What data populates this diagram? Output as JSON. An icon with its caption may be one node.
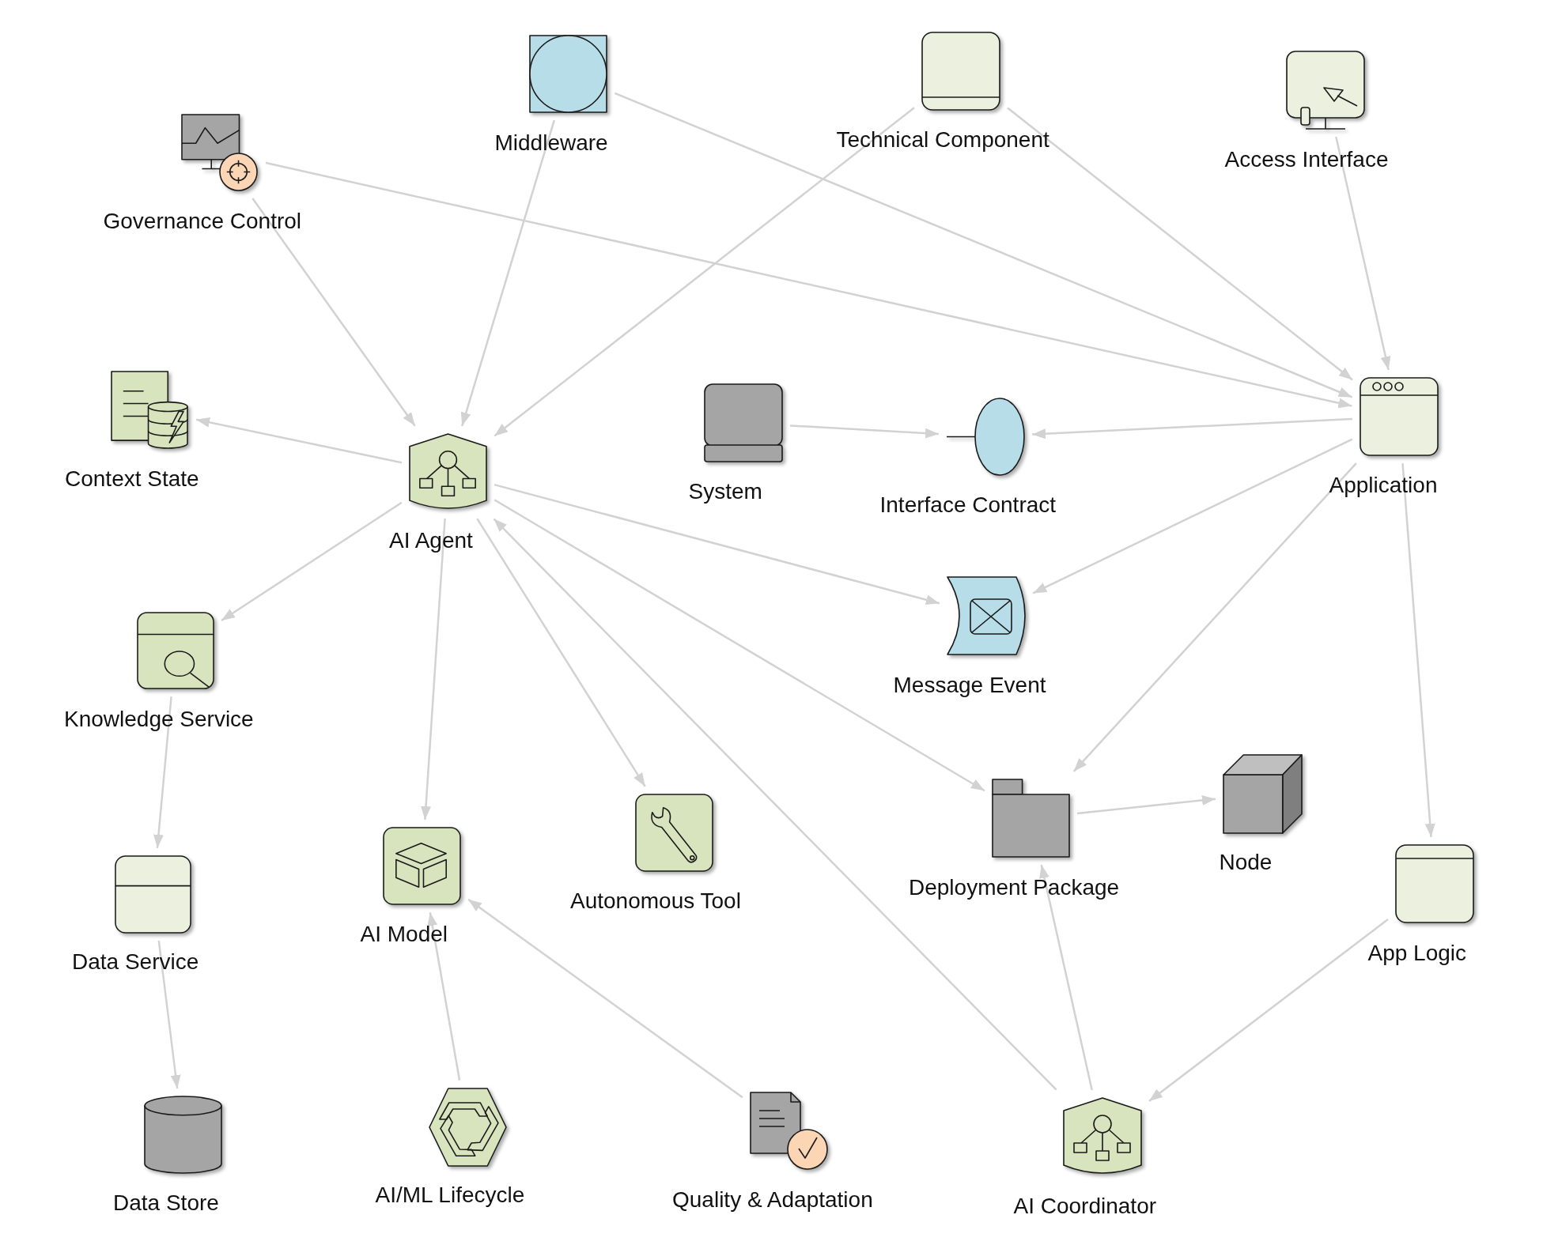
{
  "diagram": {
    "nodes": [
      {
        "text": [
          "Governance Control"
        ]
      },
      {
        "text": [
          "Middleware"
        ]
      },
      {
        "text": [
          "Technical Component"
        ]
      },
      {
        "text": [
          "Access Interface"
        ]
      },
      {
        "text": [
          "Context State"
        ]
      },
      {
        "text": [
          "AI Agent"
        ]
      },
      {
        "text": [
          "System"
        ]
      },
      {
        "text": [
          "Interface Contract"
        ]
      },
      {
        "text": [
          "Application"
        ]
      },
      {
        "text": [
          "Knowledge Service"
        ]
      },
      {
        "text": [
          "Message Event"
        ]
      },
      {
        "text": [
          "Deployment Package"
        ]
      },
      {
        "text": [
          "Node"
        ]
      },
      {
        "text": [
          "Data Service"
        ]
      },
      {
        "text": [
          "AI Model"
        ]
      },
      {
        "text": [
          "Autonomous Tool"
        ]
      },
      {
        "text": [
          "App Logic"
        ]
      },
      {
        "text": [
          "Data Store"
        ]
      },
      {
        "text": [
          "AI/ML Lifecycle"
        ]
      },
      {
        "text": [
          "Quality & Adaptation"
        ]
      },
      {
        "text": [
          "AI Coordinator"
        ]
      }
    ],
    "edges": [
      {
        "from": 0,
        "to": 5,
        "arrow": "to"
      },
      {
        "from": 0,
        "to": 8,
        "arrow": "to"
      },
      {
        "from": 1,
        "to": 5,
        "arrow": "to"
      },
      {
        "from": 1,
        "to": 8,
        "arrow": "to"
      },
      {
        "from": 2,
        "to": 5,
        "arrow": "to"
      },
      {
        "from": 2,
        "to": 8,
        "arrow": "to"
      },
      {
        "from": 3,
        "to": 8,
        "arrow": "to"
      },
      {
        "from": 5,
        "to": 4,
        "arrow": "to"
      },
      {
        "from": 5,
        "to": 9,
        "arrow": "to"
      },
      {
        "from": 5,
        "to": 14,
        "arrow": "to"
      },
      {
        "from": 5,
        "to": 15,
        "arrow": "to"
      },
      {
        "from": 5,
        "to": 10,
        "arrow": "to"
      },
      {
        "from": 5,
        "to": 11,
        "arrow": "to"
      },
      {
        "from": 20,
        "to": 5,
        "arrow": "to"
      },
      {
        "from": 6,
        "to": 7,
        "arrow": "to"
      },
      {
        "from": 8,
        "to": 7,
        "arrow": "to"
      },
      {
        "from": 8,
        "to": 10,
        "arrow": "to"
      },
      {
        "from": 8,
        "to": 11,
        "arrow": "to"
      },
      {
        "from": 8,
        "to": 16,
        "arrow": "to"
      },
      {
        "from": 9,
        "to": 13,
        "arrow": "to"
      },
      {
        "from": 13,
        "to": 17,
        "arrow": "to"
      },
      {
        "from": 18,
        "to": 14,
        "arrow": "to"
      },
      {
        "from": 19,
        "to": 14,
        "arrow": "to"
      },
      {
        "from": 11,
        "to": 12,
        "arrow": "to"
      },
      {
        "from": 20,
        "to": 11,
        "arrow": "to"
      },
      {
        "from": 16,
        "to": 20,
        "arrow": "to"
      }
    ]
  }
}
